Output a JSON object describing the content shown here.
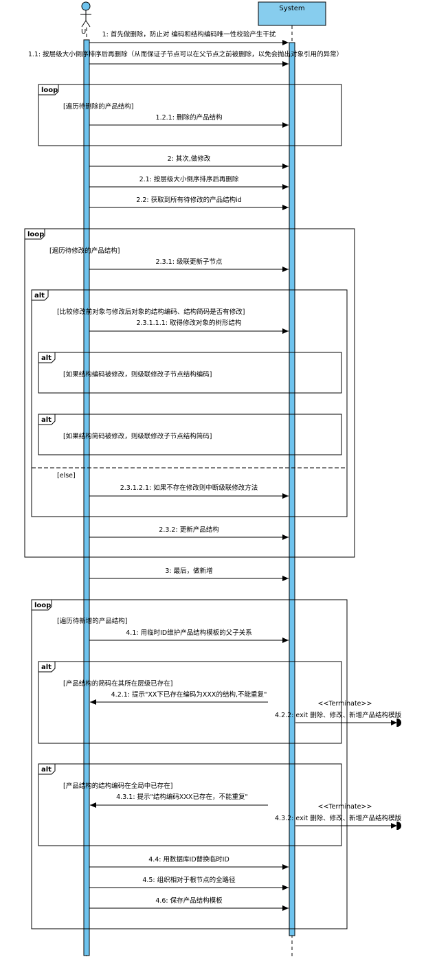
{
  "participants": {
    "user": {
      "name": "U"
    },
    "system": {
      "name": "System"
    }
  },
  "messages": [
    {
      "id": "m1",
      "label": "1: 首先做删除，防止对 编码和结构编码唯一性校验产生干扰"
    },
    {
      "id": "m1_1",
      "label": "1.1: 按层级大小倒序排序后再删除（从而保证子节点可以在父节点之前被删除，以免会抛出对象引用的异常）"
    },
    {
      "id": "m1_2_1",
      "label": "1.2.1: 删除的产品结构"
    },
    {
      "id": "m2",
      "label": "2: 其次,做修改"
    },
    {
      "id": "m2_1",
      "label": "2.1: 按层级大小倒序排序后再删除"
    },
    {
      "id": "m2_2",
      "label": "2.2: 获取到所有待修改的产品结构id"
    },
    {
      "id": "m2_3_1",
      "label": "2.3.1: 级联更新子节点"
    },
    {
      "id": "m2_3_1_1_1",
      "label": "2.3.1.1.1: 取得修改对象的树形结构"
    },
    {
      "id": "m2_3_1_2_1",
      "label": "2.3.1.2.1: 如果不存在修改则中断级联修改方法"
    },
    {
      "id": "m2_3_2",
      "label": "2.3.2:  更新产品结构"
    },
    {
      "id": "m3",
      "label": "3: 最后，做新增"
    },
    {
      "id": "m4_1",
      "label": "4.1: 用临时ID维护产品结构模板的父子关系"
    },
    {
      "id": "m4_2_1",
      "label": "4.2.1: 提示\"XX下已存在编码为XXX的结构,不能重复\""
    },
    {
      "id": "m4_2_2",
      "label": "4.2.2: exit 删除、修改、新增产品结构模版"
    },
    {
      "id": "m4_3_1",
      "label": "4.3.1: 提示\"结构编码XXX已存在，不能重复\""
    },
    {
      "id": "m4_3_2",
      "label": "4.3.2: exit 删除、修改、新增产品结构模版"
    },
    {
      "id": "m4_4",
      "label": "4.4: 用数据库ID替换临时ID"
    },
    {
      "id": "m4_5",
      "label": "4.5: 组织相对于根节点的全路径"
    },
    {
      "id": "m4_6",
      "label": "4.6: 保存产品结构模板"
    }
  ],
  "fragments": {
    "loop1": {
      "operator": "loop",
      "guard": "[遍历待删除的产品结构]"
    },
    "loop2": {
      "operator": "loop",
      "guard": "[遍历待修改的产品结构]"
    },
    "alt1": {
      "operator": "alt",
      "guard": "[比较修改前对象与修改后对象的结构编码、结构简码是否有修改]",
      "else_guard": "[else]"
    },
    "alt2": {
      "operator": "alt",
      "guard": "[如果结构编码被修改，则级联修改子节点结构编码]"
    },
    "alt3": {
      "operator": "alt",
      "guard": "[如果结构简码被修改，则级联修改子节点结构简码]"
    },
    "loop3": {
      "operator": "loop",
      "guard": "[遍历待新增的产品结构]"
    },
    "alt4": {
      "operator": "alt",
      "guard": "[产品结构的简码在其所在层级已存在]"
    },
    "alt5": {
      "operator": "alt",
      "guard": "[产品结构的结构编码在全局中已存在]"
    }
  },
  "terminate": {
    "t1": {
      "stereotype": "<<Terminate>>"
    },
    "t2": {
      "stereotype": "<<Terminate>>"
    }
  },
  "colors": {
    "activation": "#6ec3ee",
    "system_box": "#87cdee",
    "line": "#000000"
  }
}
